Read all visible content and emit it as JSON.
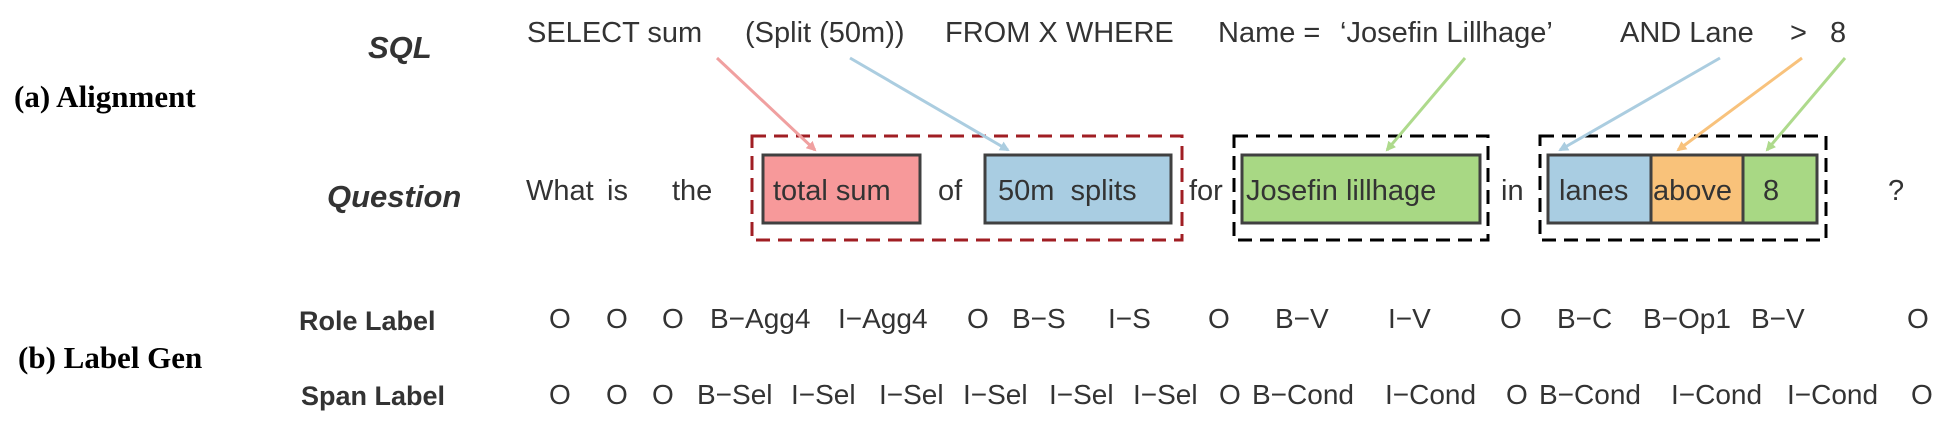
{
  "section_labels": {
    "alignment": "(a) Alignment",
    "label_gen": "(b) Label Gen"
  },
  "row_labels": {
    "sql": "SQL",
    "question": "Question",
    "role": "Role Label",
    "span": "Span Label"
  },
  "sql_tokens": [
    "SELECT sum",
    "(Split (50m))",
    "FROM X WHERE",
    "Name =",
    "‘Josefin Lillhage’",
    "AND Lane",
    ">",
    "8"
  ],
  "question_tokens": [
    "What",
    "is",
    "the",
    "total sum",
    "of",
    "50m  splits",
    "for",
    "Josefin lillhage",
    "in",
    "lanes",
    "above",
    "8",
    "?"
  ],
  "role_labels": [
    "O",
    "O",
    "O",
    "B−Agg4",
    "I−Agg4",
    "O",
    "B−S",
    "I−S",
    "O",
    "B−V",
    "I−V",
    "O",
    "B−C",
    "B−Op1",
    "B−V",
    "O"
  ],
  "span_labels": [
    "O",
    "O",
    "O",
    "B−Sel",
    "I−Sel",
    "I−Sel",
    "I−Sel",
    "I−Sel",
    "I−Sel",
    "O",
    "B−Cond",
    "I−Cond",
    "O",
    "B−Cond",
    "I−Cond",
    "I−Cond",
    "O"
  ],
  "colors": {
    "red": "#F7999A",
    "blue": "#A9CDE2",
    "green": "#A8D884",
    "orange": "#F9C27A",
    "arrow_red": "#F0A0A0",
    "arrow_blue": "#ABCDE0",
    "arrow_green": "#AEDA8C",
    "arrow_orange": "#F8C27C",
    "group_red": "#A01E23",
    "group_black": "#000000",
    "box_border": "#404040",
    "text": "#333333"
  }
}
